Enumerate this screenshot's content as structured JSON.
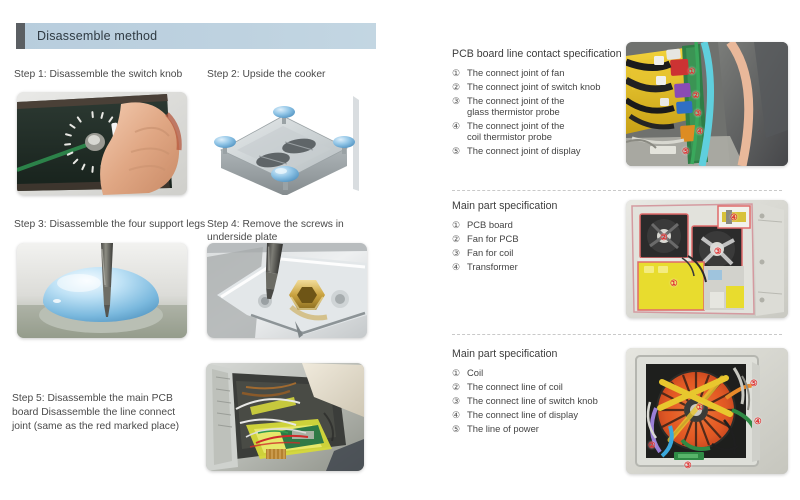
{
  "header": {
    "title": "Disassemble method",
    "accent_bar_color": "#5b5f63",
    "band_color": "#bed2e0"
  },
  "left_column": {
    "steps": [
      {
        "label": "Step 1:  Disassemble the switch knob",
        "photo_name": "switch-knob-removal-photo",
        "photo_description": "Hand pulling white control knob off dark dial panel"
      },
      {
        "label": "Step 2:  Upside the cooker",
        "photo_name": "inverted-cooker-photo",
        "photo_description": "Stainless cooker upside down showing four blue support legs"
      },
      {
        "label": "Step 3:  Disassemble the four support legs",
        "photo_name": "support-leg-removal-photo",
        "photo_description": "Screwdriver removing screw from blue dome support leg"
      },
      {
        "label": "Step 4:  Remove the screws in\n          underside plate",
        "photo_name": "underside-screw-removal-photo",
        "photo_description": "Screwdriver on screw at corner of stainless underside plate"
      },
      {
        "label": "Step 5: Disassemble the main PCB\n board Disassemble the line connect\n joint (same as the red marked place)",
        "photo_name": "main-pcb-removal-photo",
        "photo_description": "Opened cooker interior showing PCB board and wiring harness"
      }
    ]
  },
  "right_column": {
    "sections": [
      {
        "title": "PCB board line contact specification",
        "photo_name": "pcb-wiring-closeup-photo",
        "items": [
          {
            "num": "①",
            "text": "The connect joint of fan"
          },
          {
            "num": "②",
            "text": "The connect joint of switch knob"
          },
          {
            "num": "③",
            "text": "The connect joint of the\nglass thermistor probe"
          },
          {
            "num": "④",
            "text": "The connect joint of the\ncoil thermistor probe"
          },
          {
            "num": "⑤",
            "text": "The connect joint of display"
          }
        ],
        "photo_callouts": [
          "①",
          "②",
          "③",
          "④",
          "⑤"
        ]
      },
      {
        "title": "Main part specification",
        "photo_name": "pcb-fans-transformer-photo",
        "items": [
          {
            "num": "①",
            "text": "PCB board"
          },
          {
            "num": "②",
            "text": "Fan for PCB"
          },
          {
            "num": "③",
            "text": "Fan for coil"
          },
          {
            "num": "④",
            "text": "Transformer"
          }
        ],
        "photo_callouts": [
          "①",
          "②",
          "③",
          "④"
        ]
      },
      {
        "title": "Main part specification",
        "photo_name": "induction-coil-wiring-photo",
        "items": [
          {
            "num": "①",
            "text": "Coil"
          },
          {
            "num": "②",
            "text": "The connect line of coil"
          },
          {
            "num": "③",
            "text": "The connect line of switch knob"
          },
          {
            "num": "④",
            "text": "The connect line of display"
          },
          {
            "num": "⑤",
            "text": "The line of power"
          }
        ],
        "photo_callouts": [
          "①",
          "②",
          "③",
          "④",
          "⑤"
        ]
      }
    ]
  }
}
